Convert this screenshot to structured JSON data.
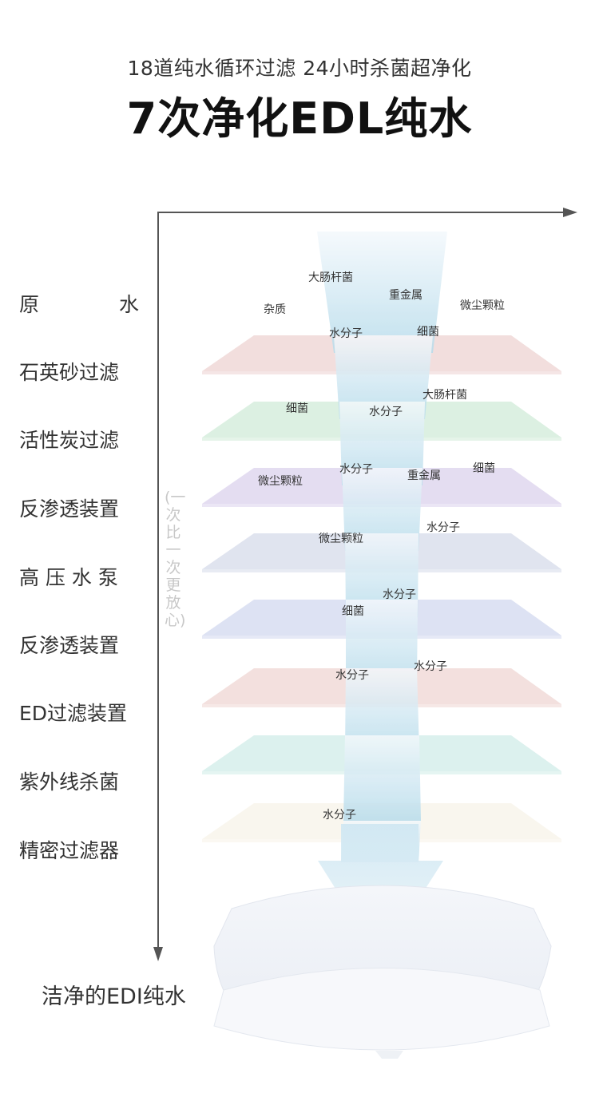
{
  "header": {
    "subtitle": "18道纯水循环过滤   24小时杀菌超净化",
    "title": "7次净化EDL纯水"
  },
  "side_note": "(一次比一次更放心)",
  "stages": [
    {
      "label": "原水",
      "spaced": true,
      "particles": [
        "大肠杆菌",
        "重金属",
        "杂质",
        "微尘颗粒",
        "水分子",
        "细菌"
      ]
    },
    {
      "label": "石英砂过滤",
      "color": "#f2dedd",
      "particles": [
        "大肠杆菌",
        "细菌",
        "水分子"
      ]
    },
    {
      "label": "活性炭过滤",
      "color": "#dcf0e2",
      "particles": [
        "水分子",
        "重金属",
        "细菌",
        "微尘颗粒"
      ]
    },
    {
      "label": "反渗透装置",
      "color": "#e4ddf1",
      "particles": [
        "水分子",
        "微尘颗粒"
      ]
    },
    {
      "label": "高 压 水 泵",
      "color": "#e0e4ef",
      "particles": [
        "水分子",
        "细菌"
      ]
    },
    {
      "label": "反渗透装置",
      "color": "#dde2f3",
      "particles": [
        "水分子",
        "水分子"
      ]
    },
    {
      "label": "ED过滤装置",
      "color": "#f3e0de",
      "particles": []
    },
    {
      "label": "紫外线杀菌",
      "color": "#dcf1ee",
      "particles": [
        "水分子"
      ]
    },
    {
      "label": "精密过滤器",
      "color": "#f9f6ee",
      "particles": []
    }
  ],
  "final": {
    "label": "洁净的EDI纯水"
  },
  "colors": {
    "beam_top": "#eef5fb",
    "beam_bottom": "#b8dcec",
    "axis": "#555555"
  }
}
